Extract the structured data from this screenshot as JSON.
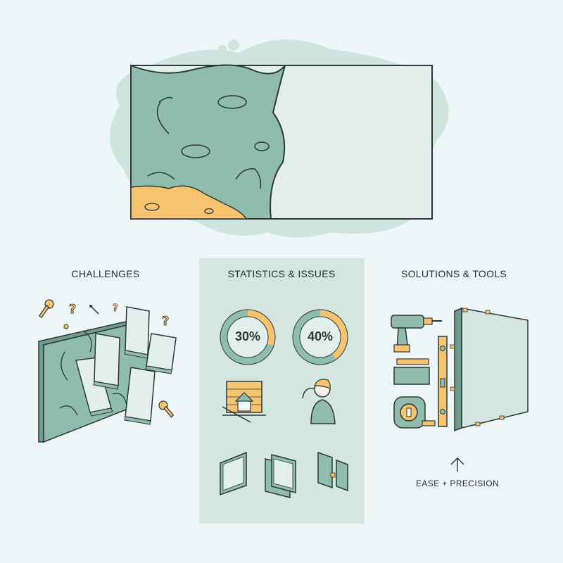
{
  "sections": {
    "challenges": {
      "title": "CHALLENGES"
    },
    "statistics": {
      "title": "STATISTICS & ISSUES",
      "donuts": [
        {
          "label": "30%",
          "value": 0.3
        },
        {
          "label": "40%",
          "value": 0.4
        }
      ]
    },
    "solutions": {
      "title": "SOLUTIONS & TOOLS",
      "caption": "EASE + PRECISION"
    }
  },
  "colors": {
    "background": "#eff6f7",
    "sage": "#8fbcac",
    "sage_light": "#d4e6df",
    "panel_light": "#e3efec",
    "accent_yellow": "#f6c46e",
    "outline": "#2b3838"
  },
  "icons": [
    "wrench-icon",
    "question-icon",
    "pin-icon",
    "drill-icon",
    "ruler-icon",
    "spirit-level-icon",
    "tape-measure-icon",
    "brick-house-icon",
    "person-thinking-icon",
    "arrow-up-icon"
  ]
}
